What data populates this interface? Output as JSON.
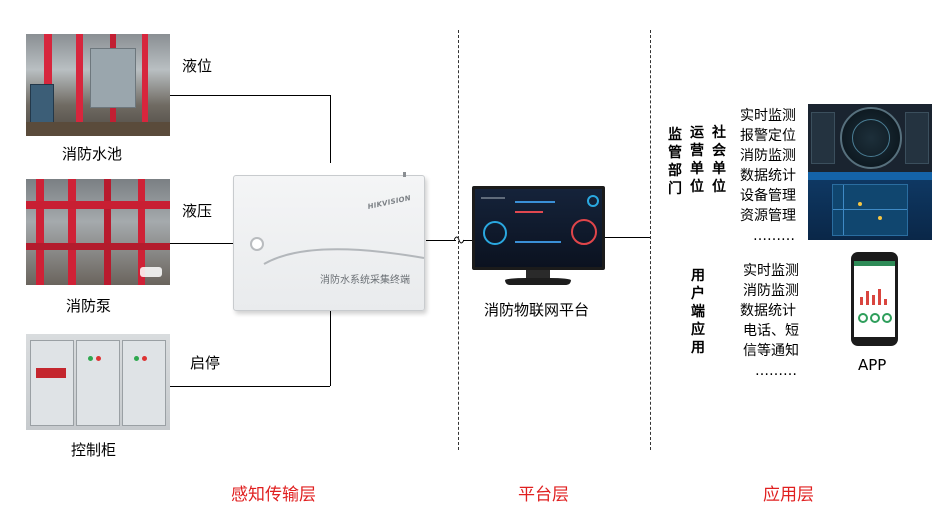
{
  "sources": {
    "pool": "消防水池",
    "pump": "消防泵",
    "cabinet": "控制柜"
  },
  "signals": {
    "level": "液位",
    "pressure": "液压",
    "startstop": "启停"
  },
  "terminal": {
    "brand": "HIKVISION",
    "caption": "消防水系统采集终端"
  },
  "platform": {
    "label": "消防物联网平台"
  },
  "app_layer": {
    "org_columns": [
      "监管部门",
      "运营单位",
      "社会单位"
    ],
    "org_functions": [
      "实时监测",
      "报警定位",
      "消防监测",
      "数据统计",
      "设备管理",
      "资源管理",
      "………"
    ],
    "user_column": "用户端应用",
    "user_functions": [
      "实时监测",
      "消防监测",
      "数据统计",
      "电话、短",
      "信等通知",
      "………"
    ],
    "app_label": "APP"
  },
  "layers": {
    "sense": "感知传输层",
    "platform": "平台层",
    "application": "应用层"
  }
}
